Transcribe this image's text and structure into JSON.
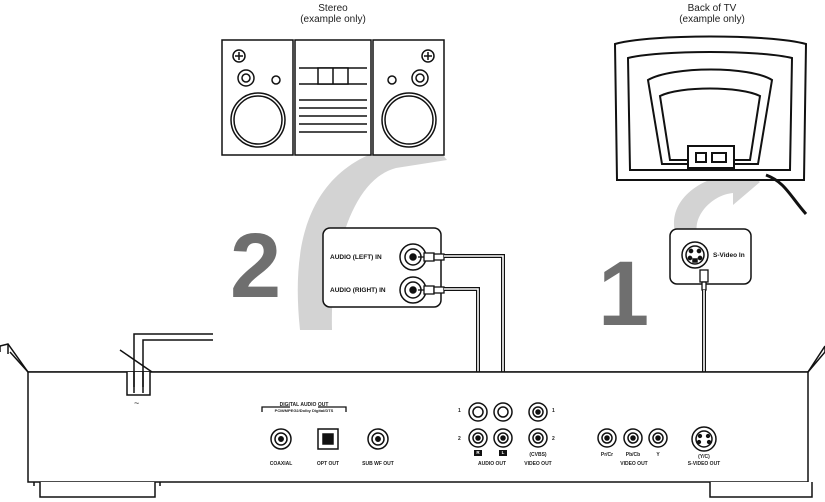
{
  "stereo": {
    "caption_line1": "Stereo",
    "caption_line2": "(example only)"
  },
  "tv": {
    "caption_line1": "Back of TV",
    "caption_line2": "(example only)"
  },
  "steps": {
    "step1": "1",
    "step2": "2"
  },
  "audio_inset": {
    "left_in": "AUDIO (LEFT) IN",
    "right_in": "AUDIO (RIGHT) IN"
  },
  "svideo_inset": {
    "label": "S-Video In"
  },
  "dvd_panel": {
    "digital_audio_out": "DIGITAL AUDIO OUT",
    "digital_formats": "PCM/MPEG2/Dolby Digital/DTS",
    "coaxial": "COAXIAL",
    "opt_out": "OPT OUT",
    "sub_wf_out": "SUB WF OUT",
    "audio_out": "AUDIO OUT",
    "jack_r": "R",
    "jack_l": "L",
    "cvbs": "(CVBS)",
    "video_out": "VIDEO OUT",
    "pr_cr": "Pr/Cr",
    "pb_cb": "Pb/Cb",
    "y": "Y",
    "component_video_out": "VIDEO OUT",
    "yc": "(Y/C)",
    "s_video_out": "S-VIDEO OUT",
    "row1": "1",
    "row2": "2",
    "ac_symbol": "~"
  },
  "colors": {
    "line": "#111111",
    "shade": "#cfcfcf",
    "step_gray": "#6f6f6f"
  }
}
